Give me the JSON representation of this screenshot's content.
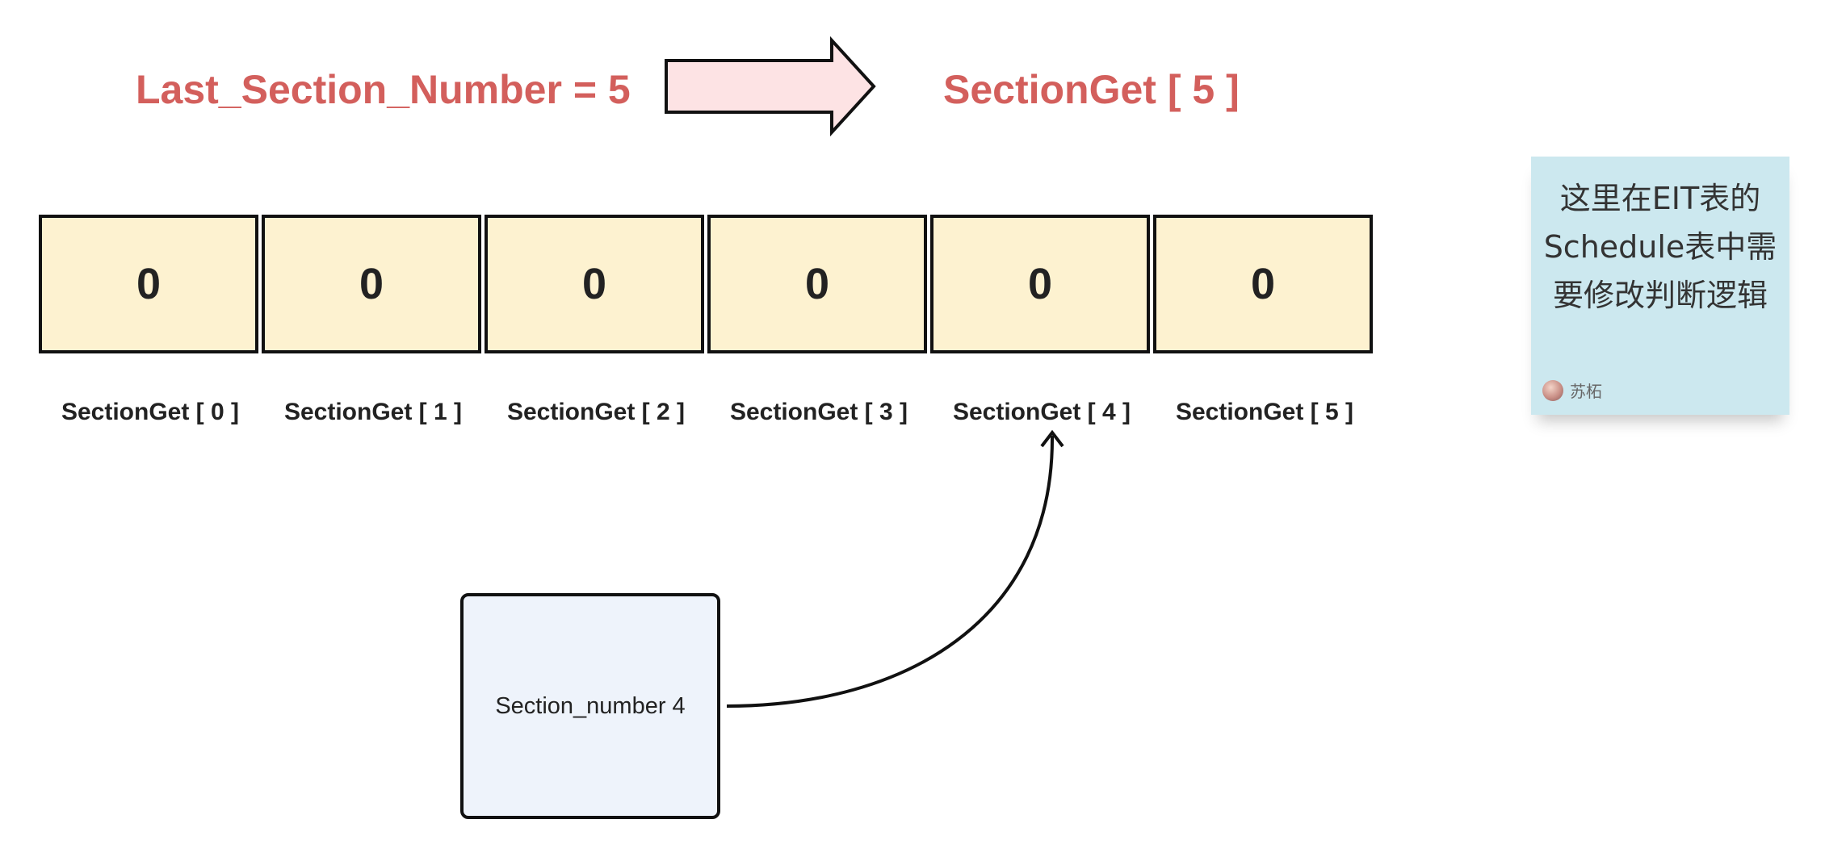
{
  "header": {
    "left_text": "Last_Section_Number = 5",
    "right_text": "SectionGet [ 5 ]"
  },
  "array": {
    "cells": [
      "0",
      "0",
      "0",
      "0",
      "0",
      "0"
    ],
    "labels": [
      "SectionGet [ 0 ]",
      "SectionGet [ 1 ]",
      "SectionGet [ 2 ]",
      "SectionGet [ 3 ]",
      "SectionGet [ 4 ]",
      "SectionGet [ 5 ]"
    ]
  },
  "section_box": {
    "text": "Section_number  4"
  },
  "sticky_note": {
    "text": "这里在EIT表的Schedule表中需要修改判断逻辑",
    "author": "苏柘"
  },
  "colors": {
    "header_text": "#d35f5c",
    "block_arrow_fill": "#fde3e4",
    "cell_fill": "#fdf2d0",
    "section_box_fill": "#eef3fb",
    "sticky_note_fill": "#cce8ef"
  }
}
